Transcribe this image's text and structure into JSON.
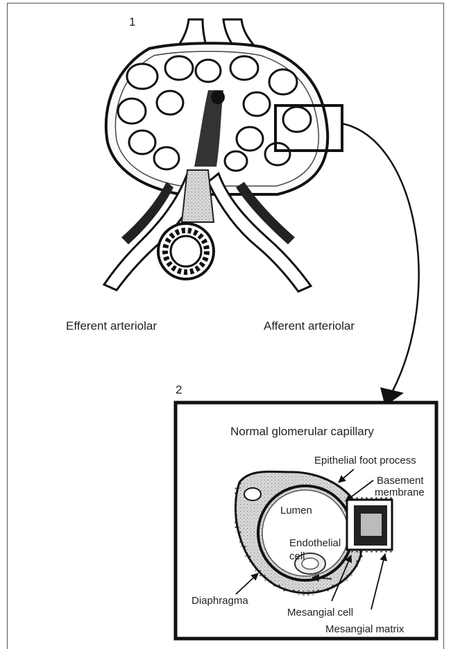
{
  "panel1": {
    "number": "1",
    "efferent_label": "Efferent arteriolar",
    "afferent_label": "Afferent arteriolar"
  },
  "panel2": {
    "number": "2",
    "title": "Normal glomerular capillary",
    "labels": {
      "epithelial": "Epithelial foot process",
      "basement_1": "Basement",
      "basement_2": "membrane",
      "lumen": "Lumen",
      "endothelial_1": "Endothelial",
      "endothelial_2": "cell",
      "diaphragma": "Diaphragma",
      "mesangial_cell": "Mesangial cell",
      "mesangial_matrix": "Mesangial matrix"
    }
  }
}
